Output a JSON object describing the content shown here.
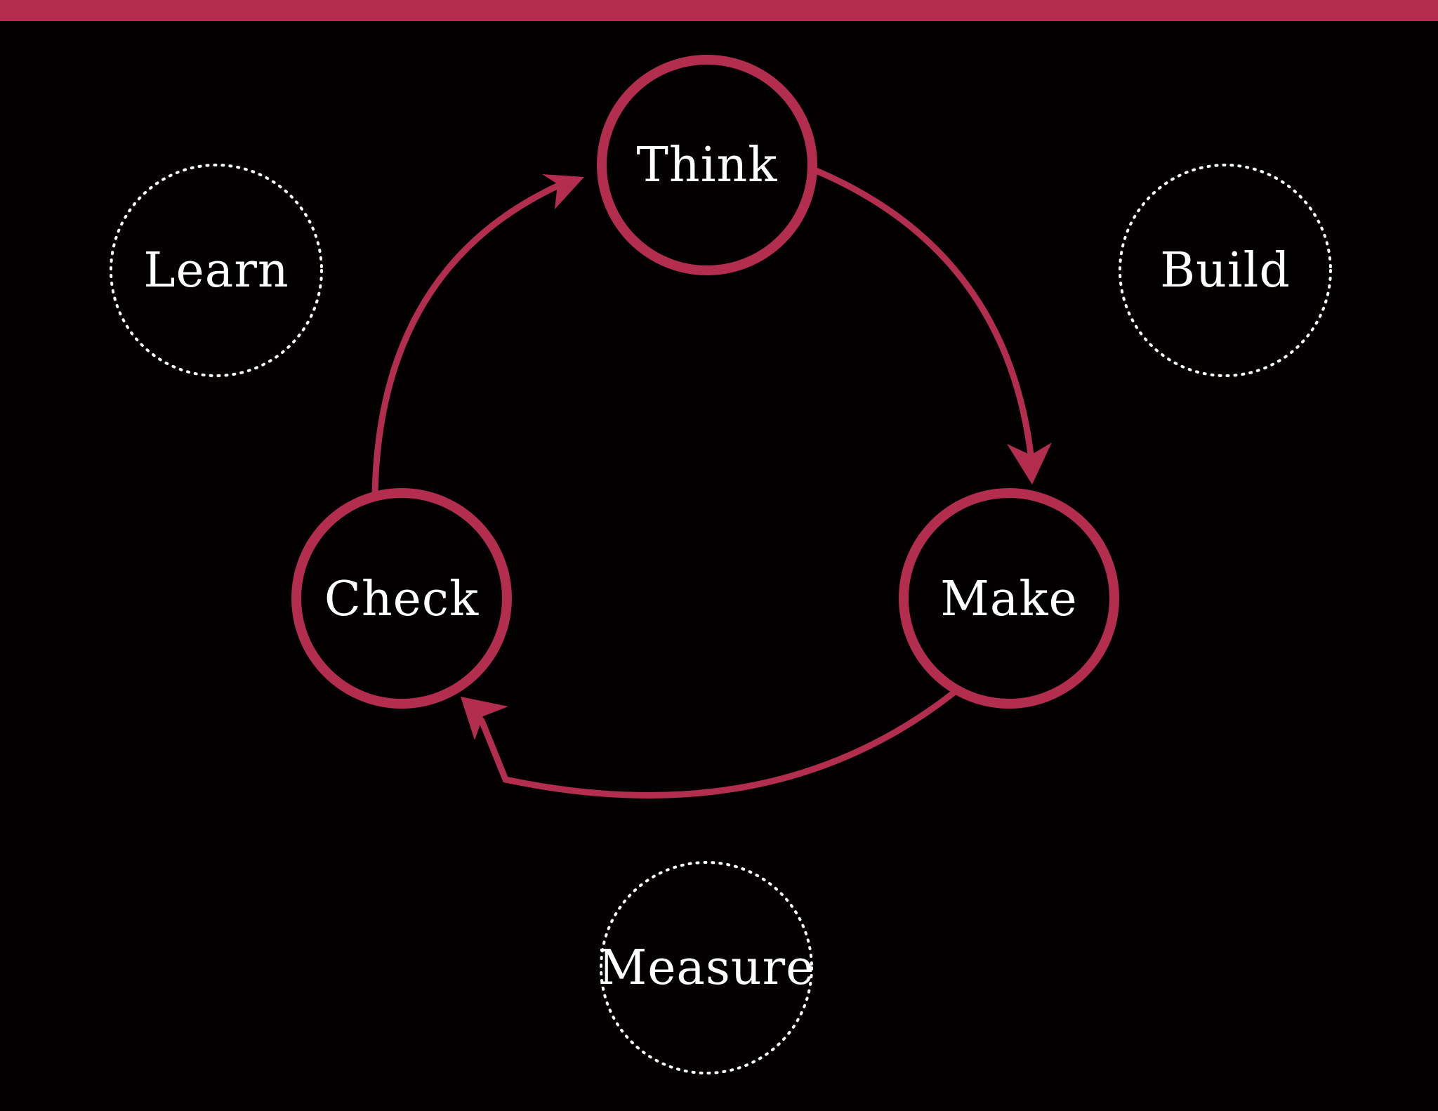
{
  "colors": {
    "background": "#020001",
    "accent": "#b32d4e",
    "text": "#ffffff",
    "dotted": "#ffffff"
  },
  "cycle": {
    "think": "Think",
    "make": "Make",
    "check": "Check"
  },
  "outer": {
    "learn": "Learn",
    "build": "Build",
    "measure": "Measure"
  }
}
